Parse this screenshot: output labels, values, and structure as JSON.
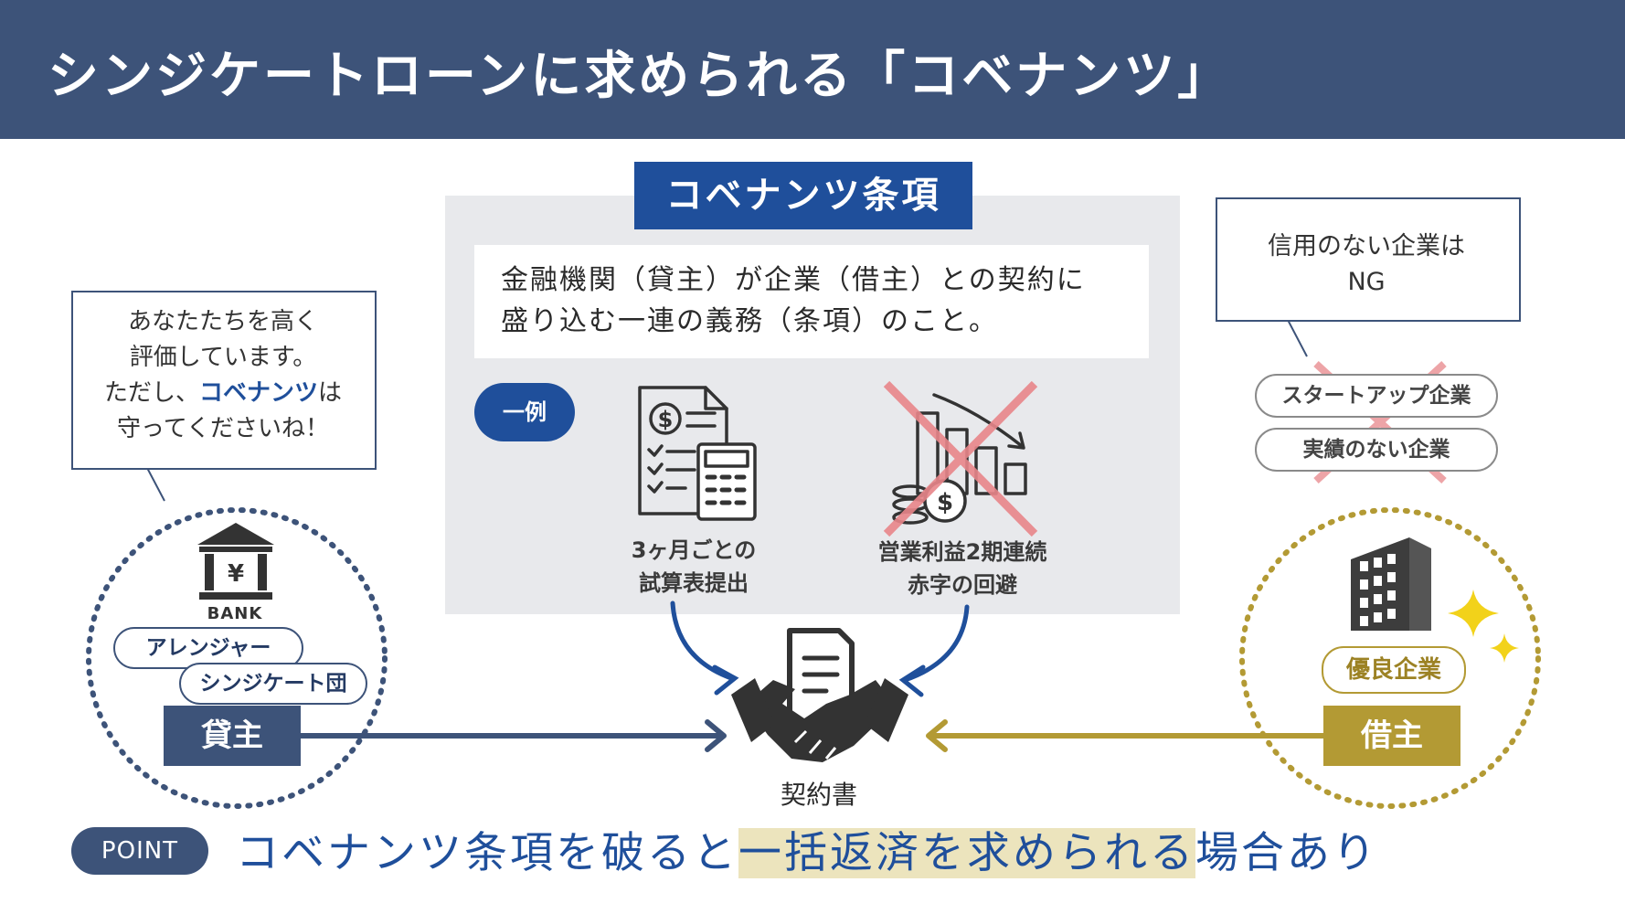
{
  "header": {
    "title": "シンジケートローンに求められる「コベナンツ」"
  },
  "covenant": {
    "title": "コベナンツ条項",
    "definition_line1": "金融機関（貸主）が企業（借主）との契約に",
    "definition_line2": "盛り込む一連の義務（条項）のこと。",
    "example_label": "一例",
    "example1_line1": "3ヶ月ごとの",
    "example1_line2": "試算表提出",
    "example2_line1": "営業利益2期連続",
    "example2_line2": "赤字の回避"
  },
  "lender": {
    "bubble_line1": "あなたたちを高く",
    "bubble_line2": "評価しています。",
    "bubble_line3_pre": "ただし、",
    "bubble_line3_em": "コベナンツ",
    "bubble_line3_post": "は",
    "bubble_line4": "守ってくださいね！",
    "bank_label": "BANK",
    "tag_arranger": "アレンジャー",
    "tag_syndicate": "シンジケート団",
    "role_label": "貸主"
  },
  "borrower": {
    "bubble_line1": "信用のない企業は",
    "bubble_line2": "NG",
    "tag_startup": "スタートアップ企業",
    "tag_no_record": "実績のない企業",
    "tag_prime": "優良企業",
    "role_label": "借主"
  },
  "contract": {
    "label": "契約書"
  },
  "point": {
    "pill": "POINT",
    "text_pre": "コベナンツ条項を破ると",
    "text_highlight": "一括返済を求められる",
    "text_post": "場合あり"
  },
  "colors": {
    "header_bg": "#3d5379",
    "accent_blue": "#1f4f9b",
    "accent_gold": "#b39a34",
    "cross_red": "#e8868a",
    "highlight": "#ece4bd"
  },
  "icons": {
    "bank": "bank-building-icon",
    "building": "office-building-icon",
    "sparkle": "sparkle-icon",
    "document_calculator": "document-calculator-icon",
    "declining_chart": "declining-chart-icon",
    "handshake_contract": "handshake-contract-icon",
    "cross": "red-cross-icon"
  }
}
